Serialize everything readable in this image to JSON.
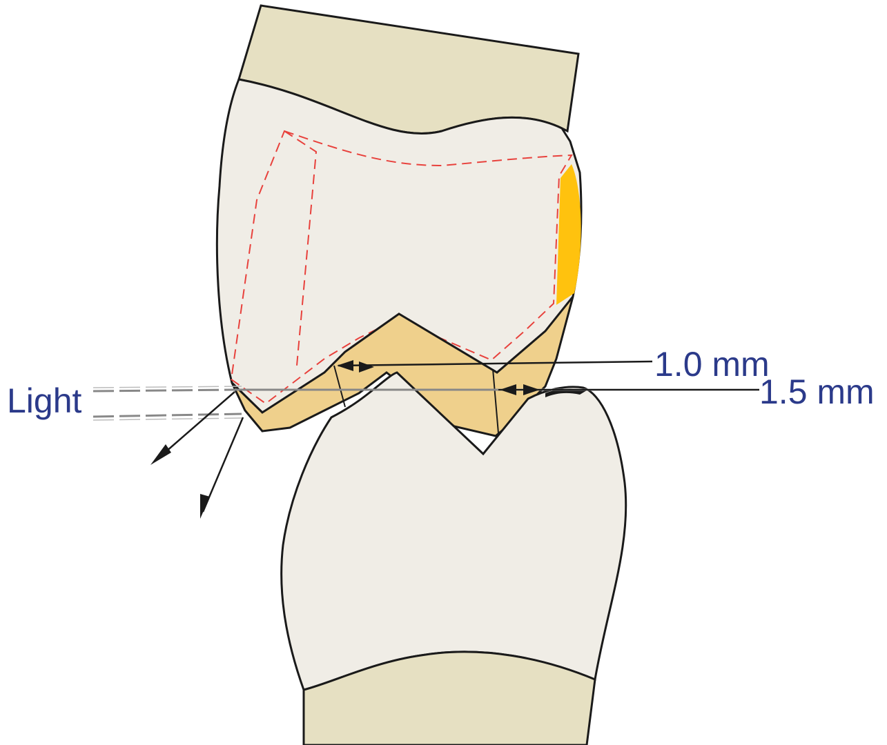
{
  "labels": {
    "light": "Light",
    "thickness_1": "1.0 mm",
    "thickness_2": "1.5 mm"
  },
  "colors": {
    "root": "#e6e0c2",
    "crown": "#f0ede6",
    "restoration": "#efd08c",
    "veneer_accent": "#ffc20e",
    "preparation_outline": "#e8413c",
    "label_light": "#2b3a8a",
    "label_dimension": "#2b3a8a",
    "outline": "#1a1a1a"
  }
}
